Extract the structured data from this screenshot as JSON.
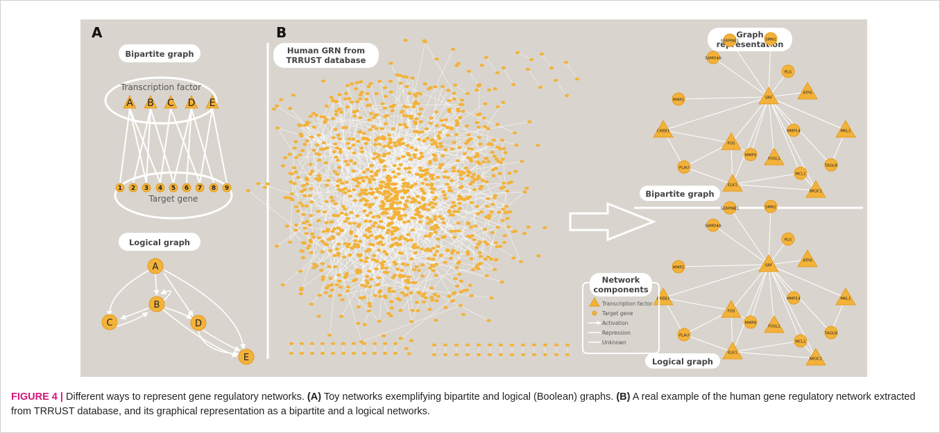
{
  "panels": {
    "a_label": "A",
    "b_label": "B"
  },
  "panel_a": {
    "bipartite_title": "Bipartite graph",
    "tf_group_label": "Transcription factor",
    "tf_nodes": [
      "A",
      "B",
      "C",
      "D",
      "E"
    ],
    "target_nodes": [
      "1",
      "2",
      "3",
      "4",
      "5",
      "6",
      "7",
      "8",
      "9"
    ],
    "target_group_label": "Target gene",
    "logical_title": "Logical graph",
    "logical_nodes": [
      "A",
      "B",
      "C",
      "D",
      "E"
    ]
  },
  "panel_b": {
    "grn_title_line1": "Human GRN from",
    "grn_title_line2": "TRRUST database",
    "graph_rep_line1": "Graph",
    "graph_rep_line2": "representation",
    "bipartite_label": "Bipartite graph",
    "logical_label": "Logical graph",
    "legend": {
      "title_line1": "Network",
      "title_line2": "components",
      "items": [
        "Transcription factor",
        "Target gene",
        "Activation",
        "Repression",
        "Unknown"
      ]
    },
    "gene_nodes": {
      "serpine1": "SERPINE1",
      "smn1": "SMN1",
      "samd4a": "SAMD4A",
      "plg": "PLG",
      "srf": "SRF",
      "atf6": "ATF6",
      "mmp2": "MMP2",
      "creb1": "CREB1",
      "mmp14": "MMP14",
      "mkl1": "MKL1",
      "fos": "FOS",
      "mmp9": "MMP9",
      "fosl1": "FOSL1",
      "plau": "PLAU",
      "tagln": "TAGLN",
      "mcl1": "MCL1",
      "elk1": "ELK1",
      "nr3c1": "NR3C1"
    }
  },
  "caption": {
    "figure_label": "FIGURE 4 |",
    "intro": " Different ways to represent gene regulatory networks. ",
    "a_ref": "(A)",
    "a_text": " Toy networks exemplifying bipartite and logical (Boolean) graphs. ",
    "b_ref": "(B)",
    "b_text": " A real example of the human gene regulatory network extracted from TRRUST database, and its graphical representation as a bipartite and a logical networks."
  }
}
